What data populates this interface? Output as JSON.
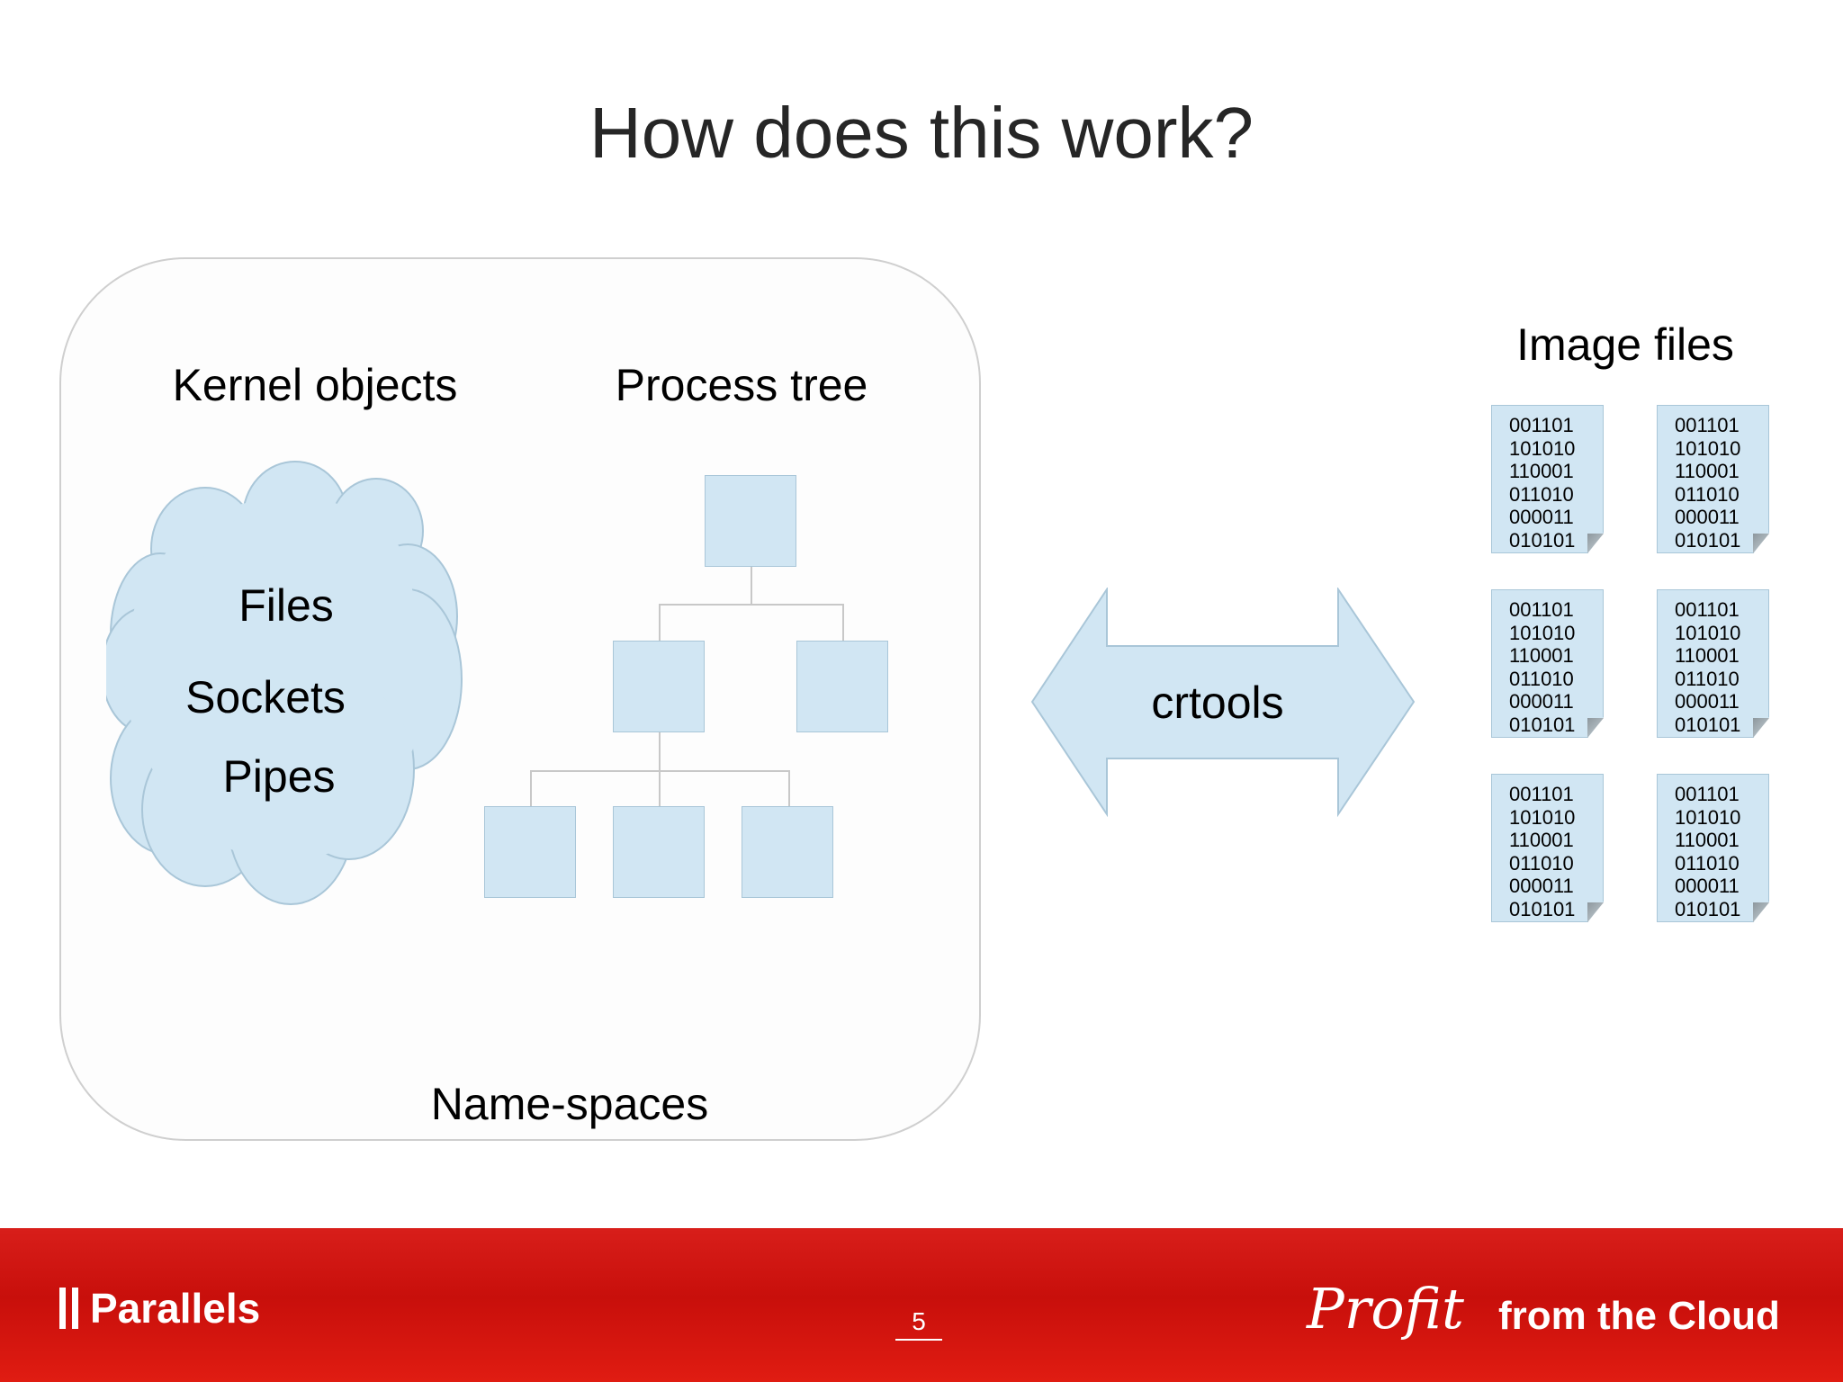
{
  "slide": {
    "title": "How does this work?",
    "page_number": "5"
  },
  "diagram": {
    "container_label": "Name-spaces",
    "kernel_objects": {
      "heading": "Kernel objects",
      "items": [
        "Files",
        "Sockets",
        "Pipes"
      ]
    },
    "process_tree": {
      "heading": "Process tree"
    },
    "arrow_label": "crtools",
    "image_files": {
      "heading": "Image files",
      "file_contents": [
        "001101",
        "101010",
        "110001",
        "011010",
        "000011",
        "010101"
      ]
    }
  },
  "footer": {
    "brand": "Parallels",
    "tagline_script": "Profit",
    "tagline_rest": "from the Cloud"
  },
  "colors": {
    "shape_fill": "#d1e6f3",
    "shape_stroke": "#a9c6d8",
    "footer_red": "#d81e1a"
  }
}
